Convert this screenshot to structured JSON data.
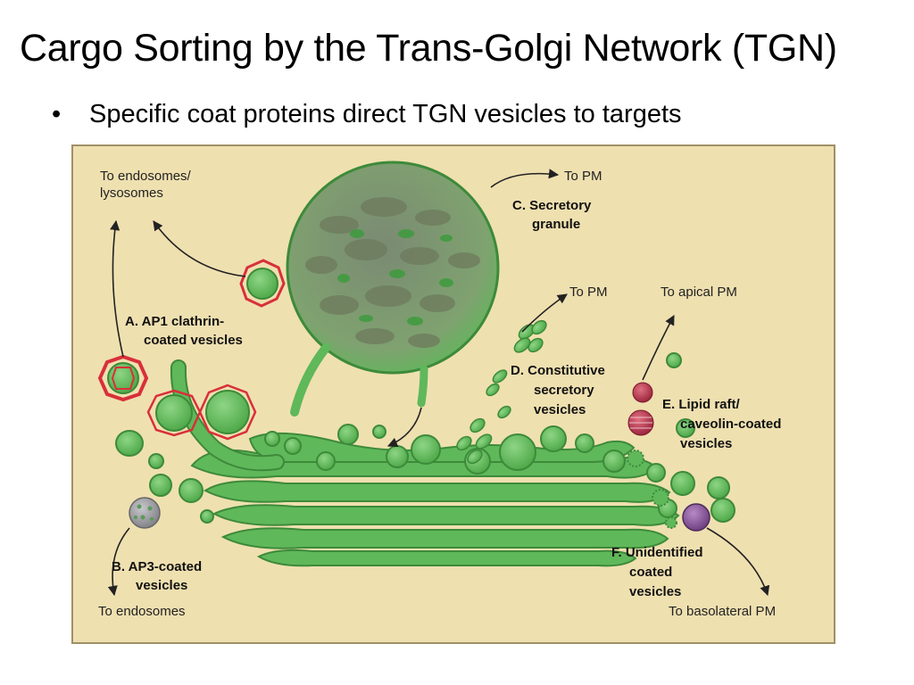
{
  "slide": {
    "title": "Cargo Sorting by the Trans-Golgi Network (TGN)",
    "bullet_symbol": "•",
    "bullet": "Specific coat proteins direct TGN vesicles to targets"
  },
  "colors": {
    "background": "#efe0b0",
    "border": "#a09068",
    "golgi_green": "#5fb85a",
    "golgi_outline": "#3d8a3a",
    "clathrin_red": "#d8303a",
    "lipid_raft_red": "#a83040",
    "ap3_gray": "#8d8d92",
    "unidentified_purple": "#7a4a8a"
  },
  "diagram": {
    "targets": {
      "endosomes_lysosomes": [
        "To endosomes/",
        "lysosomes"
      ],
      "pm_secretory": "To PM",
      "pm_constitutive": "To PM",
      "apical_pm": "To apical PM",
      "endosomes": "To endosomes",
      "basolateral_pm": "To basolateral PM"
    },
    "labels": {
      "a": [
        "A. AP1 clathrin-",
        "coated vesicles"
      ],
      "b": [
        "B. AP3-coated",
        "vesicles"
      ],
      "c": [
        "C. Secretory",
        "granule"
      ],
      "d": [
        "D. Constitutive",
        "secretory",
        "vesicles"
      ],
      "e": [
        "E. Lipid raft/",
        "caveolin-coated",
        "vesicles"
      ],
      "f": [
        "F. Unidentified",
        "coated",
        "vesicles"
      ]
    }
  }
}
